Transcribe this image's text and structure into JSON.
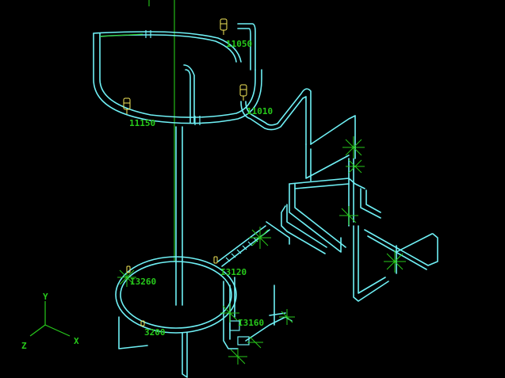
{
  "viewport": {
    "background": "#000000",
    "pipe_color": "#6ff0f5",
    "centerline_color": "#27c91b",
    "support_color": "#f5e85a"
  },
  "node_labels": [
    {
      "id": "node-11050",
      "text": "11050"
    },
    {
      "id": "node-11150",
      "text": "11150"
    },
    {
      "id": "node-11010",
      "text": "11010"
    },
    {
      "id": "node-13260",
      "text": "I3260"
    },
    {
      "id": "node-13120",
      "text": "I3120"
    },
    {
      "id": "node-13160",
      "text": "I3160"
    },
    {
      "id": "node-3200",
      "text": "3200"
    }
  ],
  "axes": {
    "y": "Y",
    "z": "Z",
    "x": "X"
  },
  "icons": [
    "hanger-support-icon",
    "restraint-arrow-icon",
    "axis-triad-icon"
  ]
}
